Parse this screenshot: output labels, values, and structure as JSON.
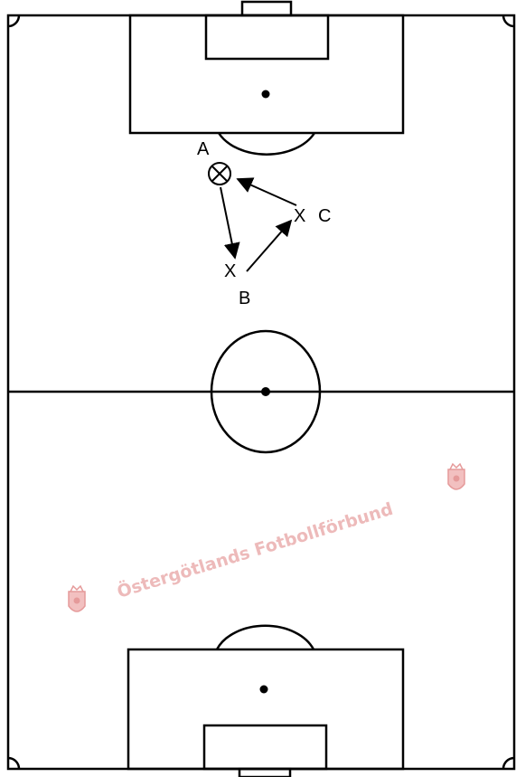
{
  "diagram": {
    "player_labels": {
      "a": "A",
      "b": "B",
      "c": "C",
      "b_marker": "X",
      "c_marker": "X"
    },
    "watermark": {
      "text": "Östergötlands Fotbollförbund"
    }
  }
}
